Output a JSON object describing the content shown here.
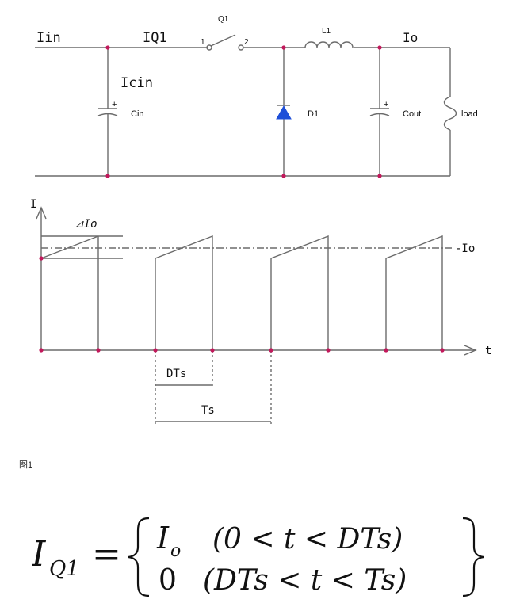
{
  "circuit": {
    "labels": {
      "iin": "Iin",
      "iq1": "IQ1",
      "icin": "Icin",
      "q1": "Q1",
      "pin1": "1",
      "pin2": "2",
      "l1": "L1",
      "io": "Io",
      "cin": "Cin",
      "d1": "D1",
      "cout": "Cout",
      "load": "load",
      "plus": "+"
    }
  },
  "waveform": {
    "y_axis_label": "I",
    "x_axis_label": "t",
    "delta_io": "⊿Io",
    "io_label": "-Io",
    "dts": "DTs",
    "ts": "Ts"
  },
  "caption": "图1",
  "formula": {
    "lhs_main": "I",
    "lhs_sub": "Q1",
    "equals": "=",
    "case1_value_main": "I",
    "case1_value_sub": "o",
    "case1_condition": "(0 < t < DTs)",
    "case2_value": "0",
    "case2_condition": "(DTs < t < Ts)"
  },
  "colors": {
    "wire": "#6b6b6b",
    "node": "#c2185b",
    "diode": "#1e4fd8",
    "text": "#111111"
  }
}
